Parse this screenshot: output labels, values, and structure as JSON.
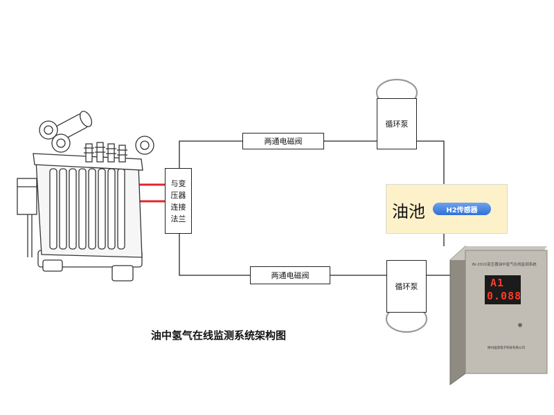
{
  "diagram": {
    "caption": "油中氢气在线监测系统架构图",
    "flange_lines": [
      "与变",
      "压器",
      "连接",
      "法兰"
    ],
    "valve_top": "两通电磁阀",
    "valve_bottom": "两通电磁阀",
    "pump_top": "循环泵",
    "pump_bottom": "循环泵",
    "tank_label": "油池",
    "sensor_label": "H2传感器",
    "device": {
      "title": "IN-2010变压器油中氢气在线监测系统",
      "display_line1": "A1",
      "display_line2": "0.088",
      "footer": "扬州国浪电子科技有限公司"
    },
    "colors": {
      "line": "#222222",
      "flange_pipe": "#e0262b",
      "tank_fill": "#fdf1c9",
      "sensor": "#2f6fd6",
      "led": "#ff3b2a"
    }
  }
}
